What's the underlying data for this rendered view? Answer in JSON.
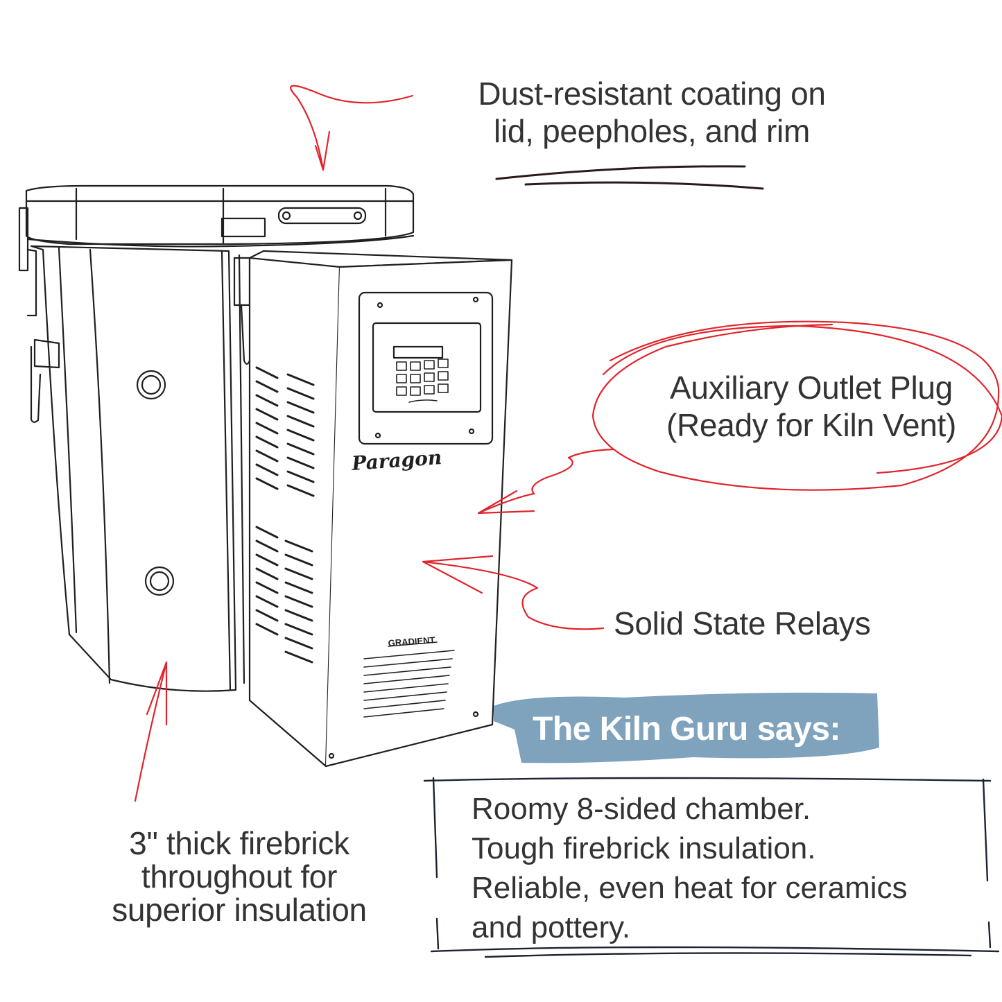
{
  "callouts": {
    "dust": [
      "Dust-resistant coating on",
      "lid, peepholes, and rim"
    ],
    "auxiliary": [
      "Auxiliary Outlet Plug",
      "(Ready for Kiln Vent)"
    ],
    "relays": "Solid State Relays",
    "firebrick": [
      "3\" thick firebrick",
      "throughout for",
      "superior insulation"
    ]
  },
  "kiln": {
    "brand": "Paragon",
    "model": "GRADIENT"
  },
  "guru": {
    "title": "The Kiln Guru says:",
    "lines": [
      "Roomy 8-sided chamber.",
      "Tough firebrick insulation.",
      "Reliable, even heat for ceramics",
      "and pottery."
    ]
  },
  "colors": {
    "accent_red": "#e0242b",
    "banner_blue": "#7fa3bd",
    "ink": "#1f1f1f",
    "text": "#333333"
  }
}
